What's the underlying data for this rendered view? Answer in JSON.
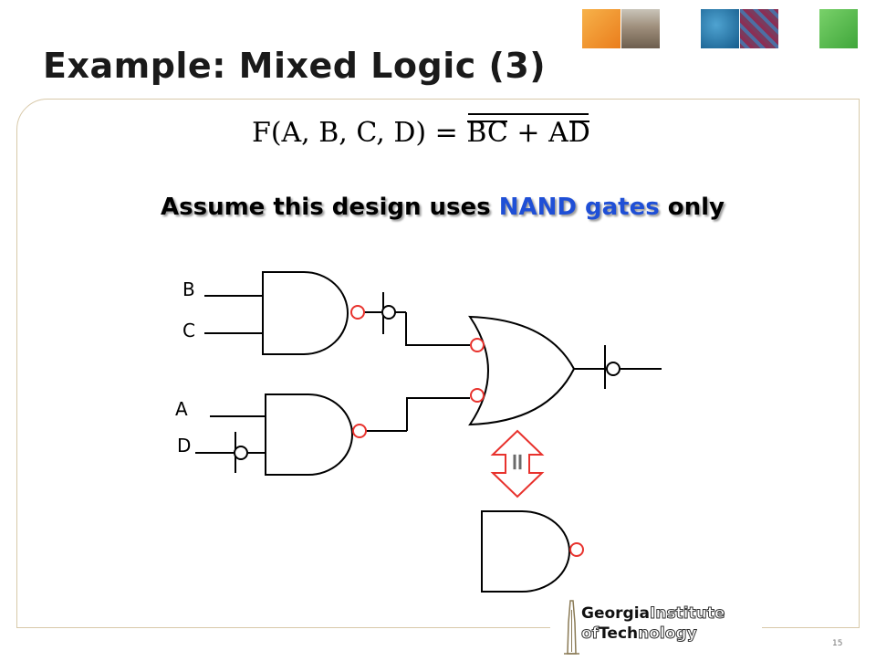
{
  "slide": {
    "title": "Example: Mixed Logic (3)",
    "page_number": "15"
  },
  "formula": {
    "lhs": "F(A, B, C, D) = ",
    "term1": "BC",
    "plus": " + ",
    "term2_a": "A",
    "term2_d": "D"
  },
  "assumption": {
    "part1": "Assume this design uses ",
    "highlight": "NAND gates",
    "part2": " only"
  },
  "inputs": {
    "b": "B",
    "c": "C",
    "a": "A",
    "d": "D"
  },
  "equivalence_symbol": "=",
  "logo": {
    "line1_bold": "Georgia",
    "line1_light": "Institute",
    "line2_light": "of",
    "line2_bold": "Tech",
    "line2_rest": "nology"
  },
  "colors": {
    "title": "#1a1a1a",
    "highlight": "#1f4fd6",
    "bubble": "#e8322d",
    "frame": "#d8c9a9",
    "thumb_orange": "#f0932a",
    "thumb_blue": "#1c6fa8",
    "thumb_green": "#5bbf4d"
  }
}
